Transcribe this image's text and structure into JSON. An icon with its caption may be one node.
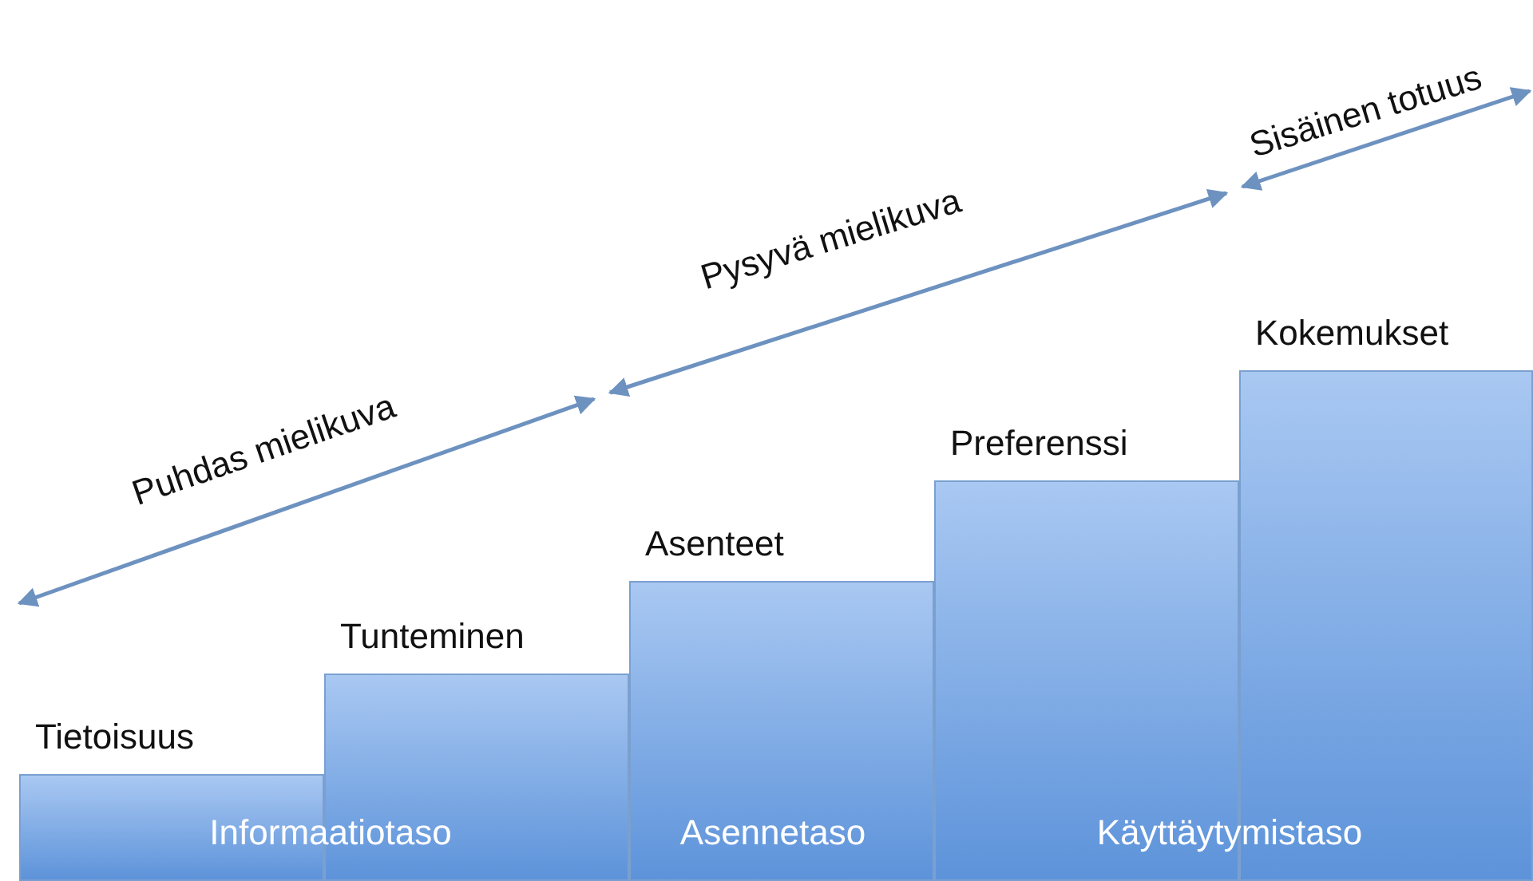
{
  "diagram": {
    "nodes": [
      {
        "text": [
          "Tietoisuus"
        ]
      },
      {
        "text": [
          "Tunteminen"
        ]
      },
      {
        "text": [
          "Asenteet"
        ]
      },
      {
        "text": [
          "Preferenssi"
        ]
      },
      {
        "text": [
          "Kokemukset"
        ]
      }
    ],
    "labels": [
      "Sisäinen totuus",
      "Pysyvä mielikuva",
      "Puhdas mielikuva",
      "Informaatiotaso",
      "Asennetaso",
      "Käyttäytymistaso"
    ]
  }
}
